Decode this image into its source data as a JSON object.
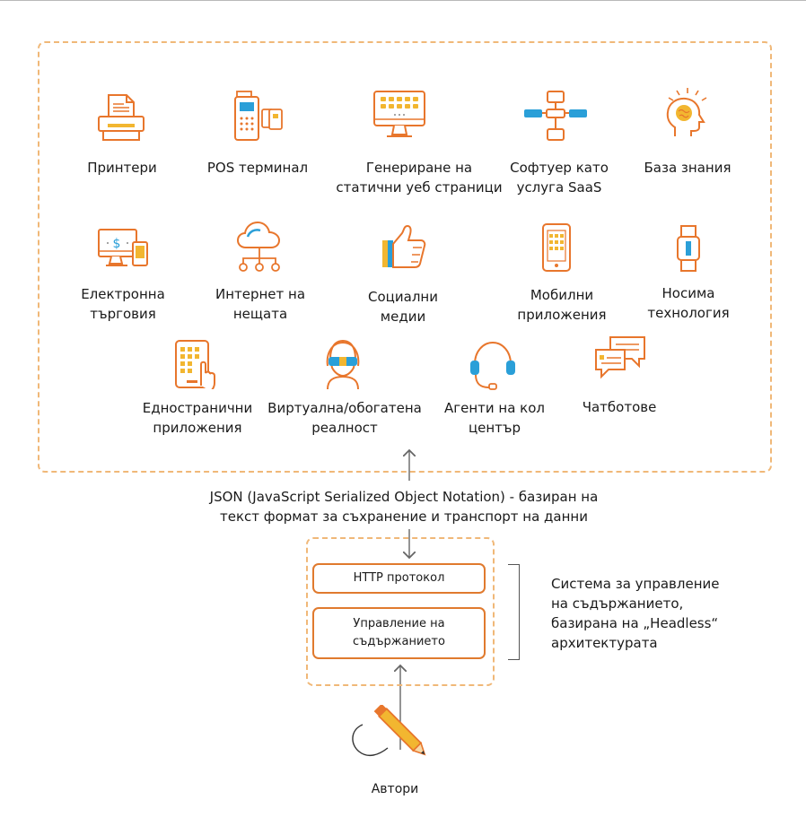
{
  "channels": [
    {
      "icon": "printer-icon",
      "lines": [
        "Принтери"
      ]
    },
    {
      "icon": "pos-terminal-icon",
      "lines": [
        "POS терминал"
      ]
    },
    {
      "icon": "static-web-monitor-icon",
      "lines": [
        "Генериране на",
        "статични уеб страници"
      ]
    },
    {
      "icon": "saas-flowchart-icon",
      "lines": [
        "Софтуер като",
        "услуга SaaS"
      ]
    },
    {
      "icon": "knowledge-brain-icon",
      "lines": [
        "База знания"
      ]
    },
    {
      "icon": "ecommerce-devices-icon",
      "lines": [
        "Електронна",
        "търговия"
      ]
    },
    {
      "icon": "iot-cloud-icon",
      "lines": [
        "Интернет на",
        "нещата"
      ]
    },
    {
      "icon": "thumbs-up-icon",
      "lines": [
        "Социални",
        "медии"
      ]
    },
    {
      "icon": "mobile-phone-icon",
      "lines": [
        "Мобилни",
        "приложения"
      ]
    },
    {
      "icon": "smartwatch-icon",
      "lines": [
        "Носима",
        "технология"
      ]
    },
    {
      "icon": "tablet-touch-icon",
      "lines": [
        "Едностранични",
        "приложения"
      ]
    },
    {
      "icon": "vr-headset-person-icon",
      "lines": [
        "Виртуална/обогатена",
        "реалност"
      ]
    },
    {
      "icon": "call-center-headset-icon",
      "lines": [
        "Агенти на кол",
        "център"
      ]
    },
    {
      "icon": "chat-bubbles-icon",
      "lines": [
        "Чатботове"
      ]
    }
  ],
  "json_caption": {
    "line1": "JSON (JavaScript Serialized Object Notation) - базиран на",
    "line2": "текст формат за съхранение и транспорт на данни"
  },
  "cms": {
    "http_label": "HTTP протокол",
    "content_mgmt_line1": "Управление на",
    "content_mgmt_line2": "съдържанието",
    "description": [
      "Система за управление",
      "на съдържанието,",
      "базирана на „Headless“",
      "архитектурата"
    ]
  },
  "authors_label": "Автори",
  "colors": {
    "accent_orange": "#e07a2e",
    "dashed_border": "#f0b878",
    "icon_yellow": "#f2b630",
    "icon_blue": "#2a9fd8",
    "icon_orange": "#e8762c"
  }
}
